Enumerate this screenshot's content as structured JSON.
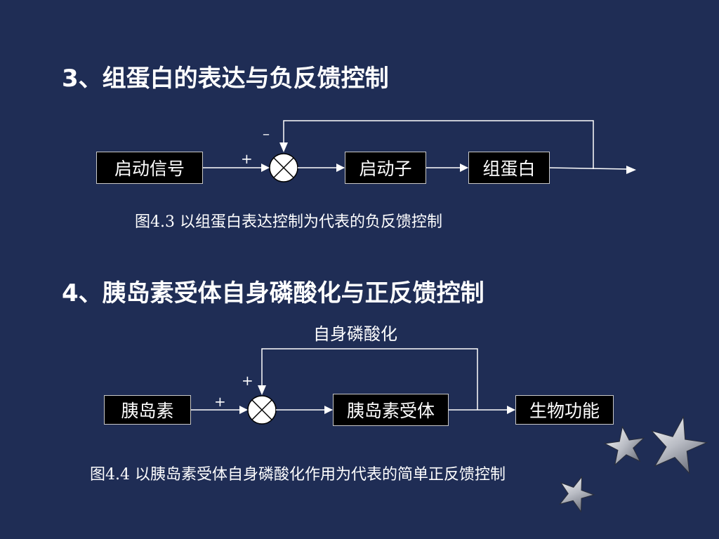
{
  "section1": {
    "heading": "3、组蛋白的表达与负反馈控制",
    "boxes": {
      "signal": "启动信号",
      "promoter": "启动子",
      "histone": "组蛋白"
    },
    "signs": {
      "input": "+",
      "feedback": "–"
    },
    "caption": "图4.3  以组蛋白表达控制为代表的负反馈控制"
  },
  "section2": {
    "heading": "4、胰岛素受体自身磷酸化与正反馈控制",
    "feedback_label": "自身磷酸化",
    "boxes": {
      "insulin": "胰岛素",
      "receptor": "胰岛素受体",
      "function": "生物功能"
    },
    "signs": {
      "input": "+",
      "feedback": "+"
    },
    "caption": "图4.4  以胰岛素受体自身磷酸化作用为代表的简单正反馈控制"
  },
  "colors": {
    "background": "#1f2d55",
    "text": "#ffffff",
    "box_fill": "#000000"
  },
  "decoration": {
    "icon": "silver-stars-decoration"
  }
}
